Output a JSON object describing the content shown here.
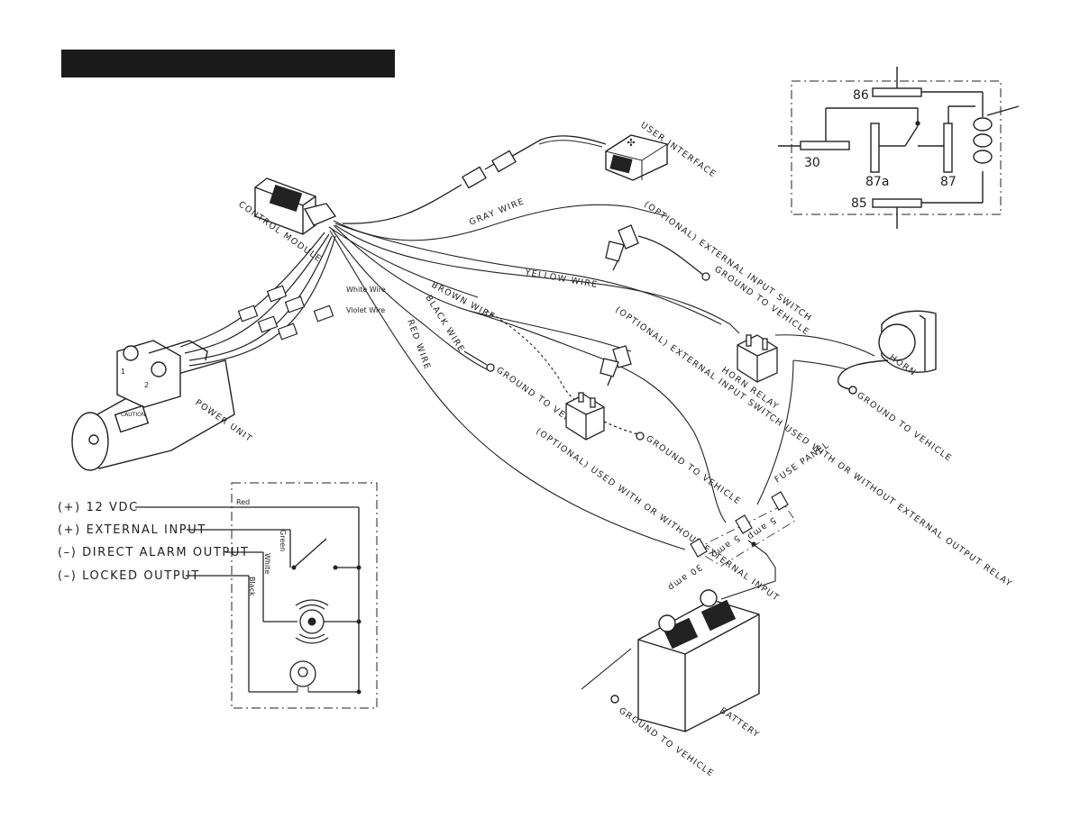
{
  "header_bar": {
    "color": "#1a1a1a",
    "text": ""
  },
  "relay_diagram": {
    "terminals": [
      "86",
      "30",
      "87a",
      "87",
      "85"
    ]
  },
  "labels": {
    "user_interface": "USER INTERFACE",
    "control_module": "CONTROL MODULE",
    "gray_wire": "GRAY WIRE",
    "optional_ext_switch": "(OPTIONAL) EXTERNAL INPUT SWITCH",
    "ground_to_vehicle": "GROUND TO VEHICLE",
    "yellow_wire": "YELLOW WIRE",
    "brown_wire": "BROWN WIRE",
    "black_wire": "BLACK WIRE",
    "red_wire": "RED WIRE",
    "white_wire": "White Wire",
    "violet_wire": "Violet Wire",
    "power_unit": "POWER UNIT",
    "caution": "CAUTION",
    "optional_ext_input_switch_relay": "(OPTIONAL) EXTERNAL INPUT SWITCH USED WITH OR WITHOUT EXTERNAL OUTPUT RELAY",
    "horn_relay": "HORN RELAY",
    "horn": "HORN",
    "optional_used_with_without": "(OPTIONAL) USED WITH OR WITHOUT EXTERNAL INPUT",
    "fuse_panel": "FUSE PANEL",
    "amp5a": "5 amp",
    "amp5b": "5 amp",
    "amp30": "30 amp",
    "battery": "BATTERY"
  },
  "schematic": {
    "inputs": [
      "(+) 12 VDC",
      "(+) EXTERNAL INPUT",
      "(–) DIRECT ALARM OUTPUT",
      "(–) LOCKED OUTPUT"
    ],
    "wires": [
      "Red",
      "Green",
      "White",
      "Black"
    ]
  }
}
